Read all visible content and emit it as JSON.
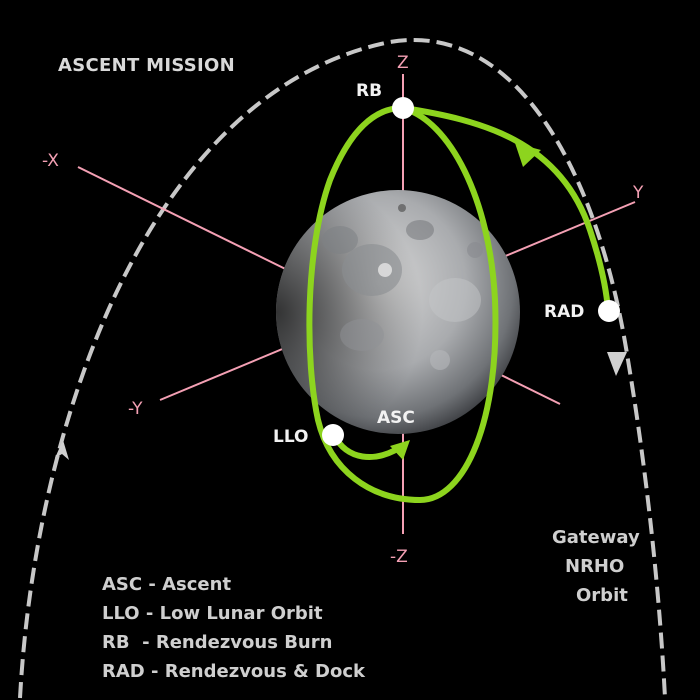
{
  "title": "ASCENT MISSION",
  "axes": {
    "z_pos": "Z",
    "z_neg": "-Z",
    "x_neg": "-X",
    "y_pos": "Y",
    "y_neg": "-Y"
  },
  "points": {
    "rb": "RB",
    "rad": "RAD",
    "llo": "LLO",
    "asc": "ASC"
  },
  "legend": [
    "ASC - Ascent",
    "LLO - Low Lunar Orbit",
    "RB  - Rendezvous Burn",
    "RAD - Rendezvous & Dock"
  ],
  "gateway": [
    "Gateway",
    "NRHO",
    "Orbit"
  ],
  "colors": {
    "background": "#000000",
    "orbit_green": "#8dd41e",
    "axis_pink": "#f4a0b4",
    "nrho_dash": "#c8c8c8",
    "text": "#d9d9d9"
  }
}
